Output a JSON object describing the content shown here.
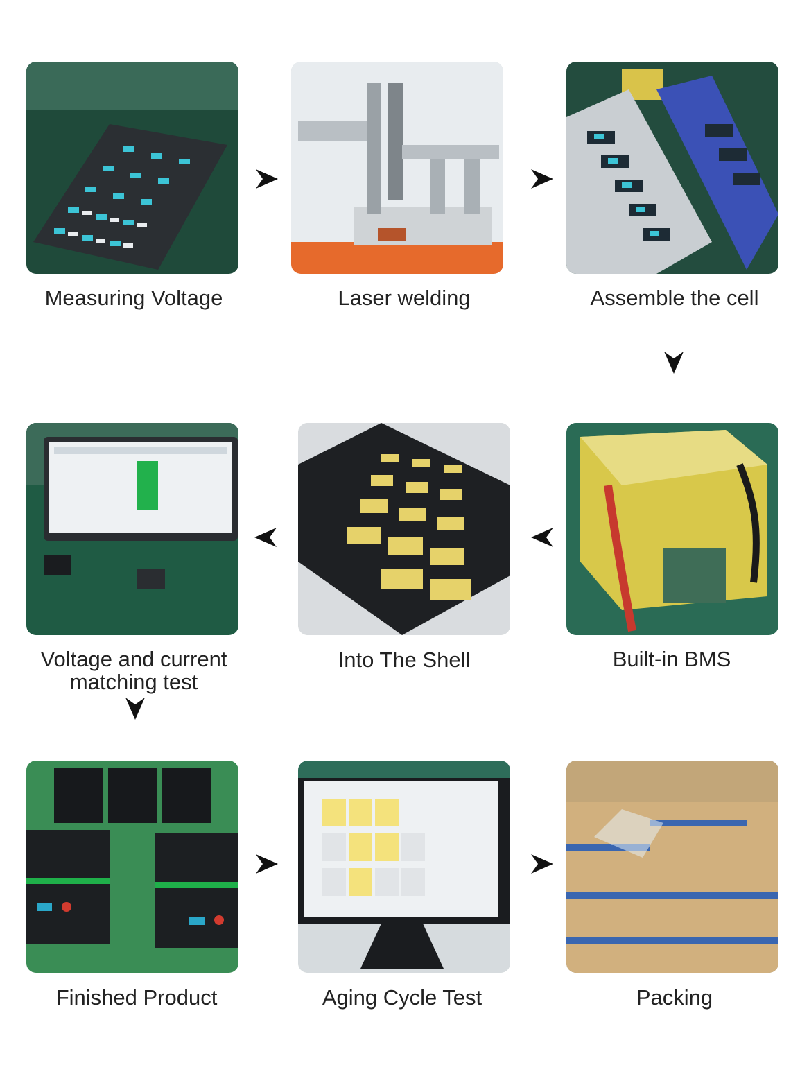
{
  "steps": [
    {
      "label": "Measuring Voltage"
    },
    {
      "label": "Laser welding"
    },
    {
      "label": "Assemble the cell"
    },
    {
      "label": "Built-in BMS"
    },
    {
      "label": "Into The Shell"
    },
    {
      "label": "Voltage and current\nmatching test"
    },
    {
      "label": "Finished Product"
    },
    {
      "label": "Aging Cycle Test"
    },
    {
      "label": "Packing"
    }
  ],
  "arrows": [
    "arrow-right",
    "arrow-right",
    "arrow-down",
    "arrow-left",
    "arrow-left",
    "arrow-down",
    "arrow-right",
    "arrow-right"
  ],
  "colors": {
    "arrow": "#111111",
    "caption": "#222222",
    "accent_green": "#2e7d5a",
    "accent_blue": "#2aa7c9",
    "accent_yellow": "#d8c84a"
  }
}
